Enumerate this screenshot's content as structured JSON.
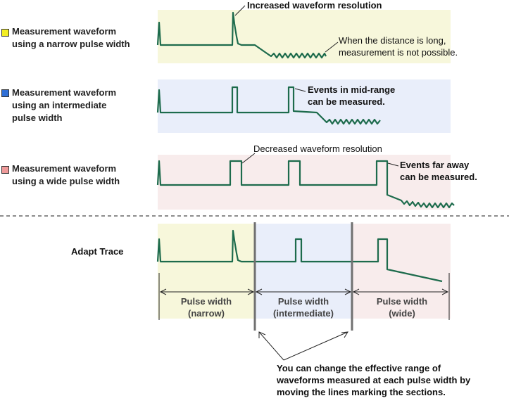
{
  "colors": {
    "narrow_bg": "#f7f7db",
    "intermediate_bg": "#e9eefa",
    "wide_bg": "#f8ecec",
    "trace": "#1d6b4c",
    "narrow_swatch": "#f3ee23",
    "intermediate_swatch": "#2f6fd6",
    "wide_swatch": "#ef9a9a",
    "divider_line": "#707070"
  },
  "legend": [
    {
      "label": "Measurement waveform\nusing a narrow pulse width"
    },
    {
      "label": "Measurement waveform\nusing an intermediate\npulse width"
    },
    {
      "label": "Measurement waveform\nusing a wide pulse width"
    }
  ],
  "annotations": {
    "increased_resolution": "Increased waveform resolution",
    "long_distance": "When the distance is long,\nmeasurement is not possible.",
    "mid_range": "Events in mid-range\ncan be measured.",
    "decreased_resolution": "Decreased waveform resolution",
    "far_away": "Events far away\ncan be measured."
  },
  "adapt_trace": {
    "title": "Adapt Trace",
    "sections": [
      {
        "label": "Pulse width\n(narrow)"
      },
      {
        "label": "Pulse width\n(intermediate)"
      },
      {
        "label": "Pulse width\n(wide)"
      }
    ],
    "footnote": "You can change the effective range of\nwaveforms measured at each pulse width by\nmoving the lines marking the sections."
  }
}
